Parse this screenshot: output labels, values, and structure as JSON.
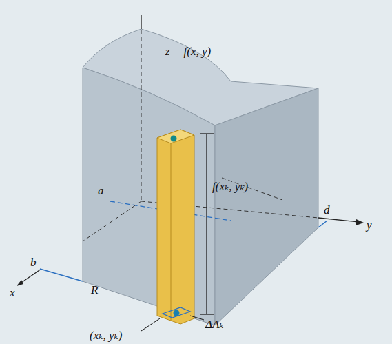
{
  "diagram": {
    "labels": [
      "z = f(x, y)",
      "f(xₖ, yₖ)",
      "a",
      "d",
      "y",
      "b",
      "x",
      "R",
      "(xₖ, yₖ)",
      "ΔAₖ"
    ]
  }
}
